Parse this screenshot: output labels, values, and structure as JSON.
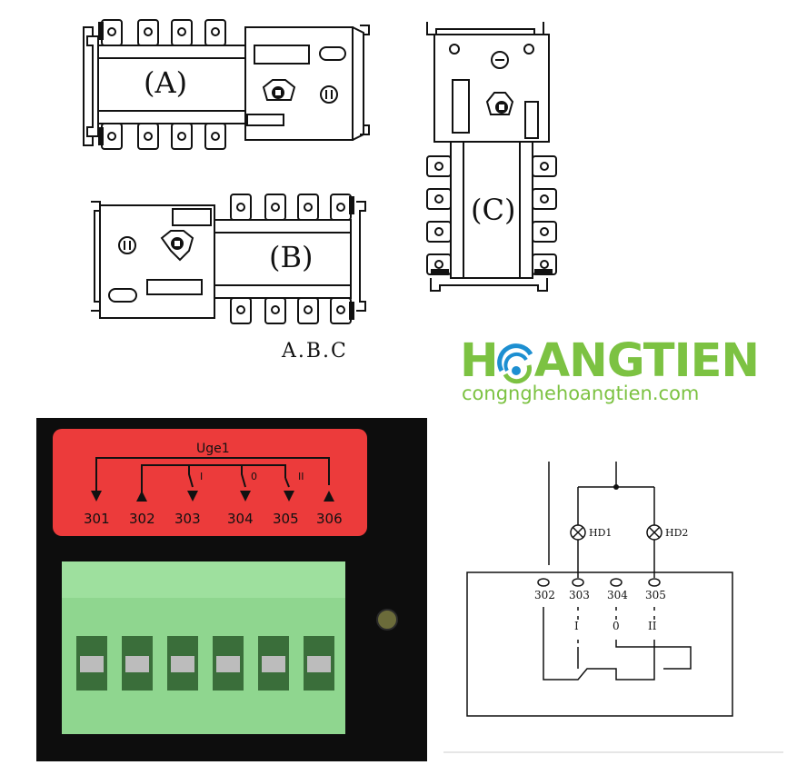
{
  "switch_diagrams": {
    "a": {
      "label": "(A)"
    },
    "b": {
      "label": "(B)"
    },
    "c": {
      "label": "(C)"
    },
    "caption": "A.B.C"
  },
  "brand": {
    "name_prefix": "H",
    "name_rest": "ANGTIEN",
    "url": "congnghehoangtien.com",
    "colors": {
      "green": "#7cc242",
      "blue": "#1d8fd1"
    }
  },
  "terminal_photo": {
    "label_title": "Uge1",
    "positions": [
      "I",
      "0",
      "II"
    ],
    "terminals": [
      "301",
      "302",
      "303",
      "304",
      "305",
      "306"
    ],
    "colors": {
      "label": "#ec3b3b",
      "block": "#8fd68f",
      "background": "#0d0d0d"
    }
  },
  "wiring": {
    "lamps": [
      "HD1",
      "HD2"
    ],
    "terminals": [
      "302",
      "303",
      "304",
      "305"
    ],
    "positions": [
      "I",
      "0",
      "II"
    ]
  }
}
